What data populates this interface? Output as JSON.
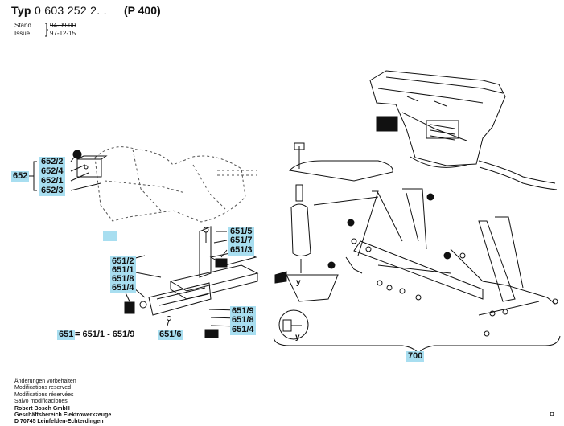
{
  "header": {
    "typ_label": "Typ",
    "typ_number": "0 603 252 2. .",
    "model": "(P 400)",
    "stand_label": "Stand",
    "stand_value": "94-09-00",
    "issue_label": "Issue",
    "issue_value": "97-12-15"
  },
  "labels": {
    "g652": "652",
    "p652_2": "652/2",
    "p652_4": "652/4",
    "p652_1": "652/1",
    "p652_3": "652/3",
    "p651_5": "651/5",
    "p651_7": "651/7",
    "p651_3": "651/3",
    "p651_2": "651/2",
    "p651_1": "651/1",
    "p651_8": "651/8",
    "p651_4": "651/4",
    "p651_9b": "651/9",
    "p651_8b": "651/8",
    "p651_4b": "651/4",
    "p651_6": "651/6",
    "g651": "651",
    "eq651": "= 651/1 - 651/9",
    "g700": "700",
    "y1": "y",
    "y2": "y"
  },
  "footer": {
    "l1": "Änderungen vorbehalten",
    "l2": "Modifications reserved",
    "l3": "Modifications réservées",
    "l4": "Salvo modificaciones",
    "l5": "Robert Bosch GmbH",
    "l6": "Geschäftsbereich Elektrowerkzeuge",
    "l7": "D 70745 Leinfelden-Echterdingen"
  },
  "colors": {
    "highlight": "#a8def0",
    "ink": "#111111"
  }
}
